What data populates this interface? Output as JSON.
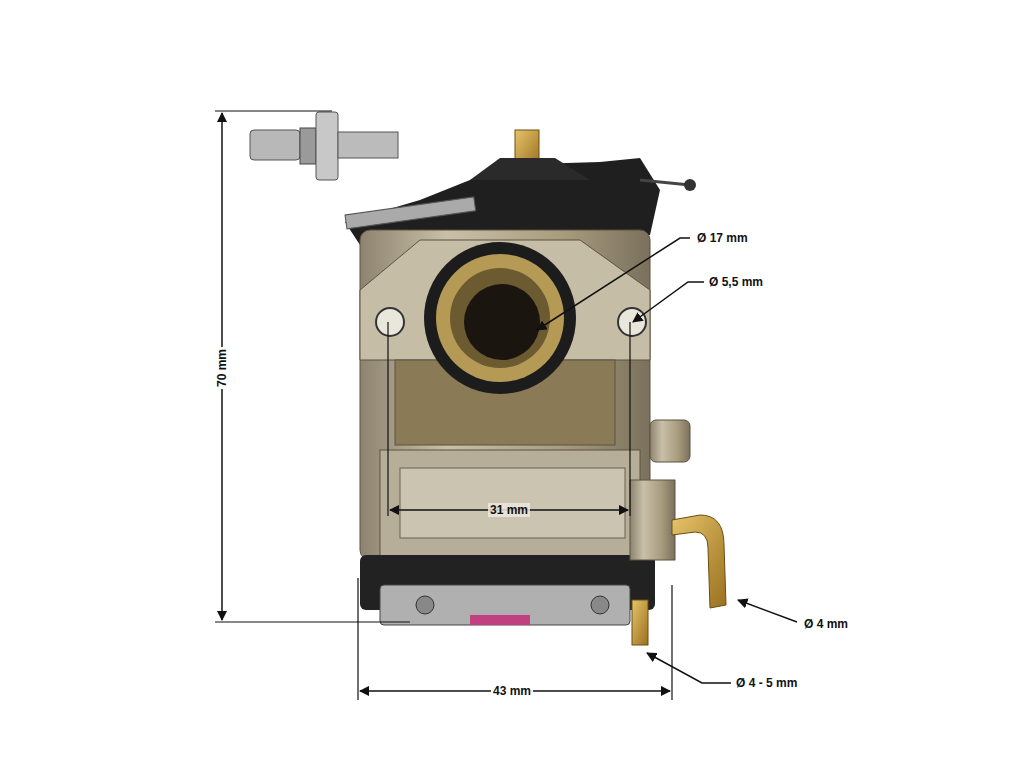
{
  "diagram": {
    "labels": [
      "Ø 17 mm",
      "Ø 5,5 mm",
      "31 mm",
      "70 mm",
      "43 mm",
      "Ø 4 mm",
      "Ø 4 - 5 mm"
    ]
  }
}
